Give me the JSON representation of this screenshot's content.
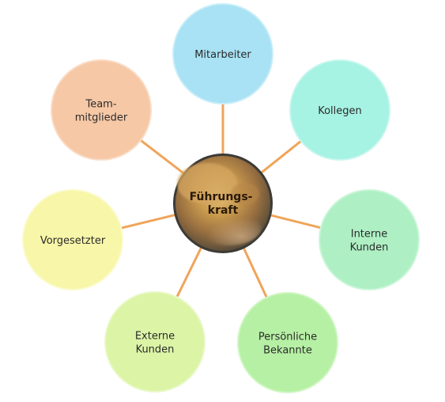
{
  "center": {
    "lines": [
      "Führungs-",
      "kraft"
    ]
  },
  "connector_color": "#f0a45a",
  "nodes": [
    {
      "id": "mitarbeiter",
      "lines": [
        "Mitarbeiter"
      ],
      "fill": "#a8e2f4",
      "stroke": "#c9eef9"
    },
    {
      "id": "kollegen",
      "lines": [
        "Kollegen"
      ],
      "fill": "#a6f2e3",
      "stroke": "#c8f7ee"
    },
    {
      "id": "interne-kunden",
      "lines": [
        "Interne",
        "Kunden"
      ],
      "fill": "#aef0c4",
      "stroke": "#cdf6da"
    },
    {
      "id": "persoenliche-bekannte",
      "lines": [
        "Persönliche",
        "Bekannte"
      ],
      "fill": "#b6f0a4",
      "stroke": "#d2f6c6"
    },
    {
      "id": "externe-kunden",
      "lines": [
        "Externe",
        "Kunden"
      ],
      "fill": "#dcf4a6",
      "stroke": "#eaf8c8"
    },
    {
      "id": "vorgesetzter",
      "lines": [
        "Vorgesetzter"
      ],
      "fill": "#f8f6a8",
      "stroke": "#fbfacc"
    },
    {
      "id": "teammitglieder",
      "lines": [
        "Team-",
        "mitglieder"
      ],
      "fill": "#f6c8a6",
      "stroke": "#fadcc6"
    }
  ]
}
